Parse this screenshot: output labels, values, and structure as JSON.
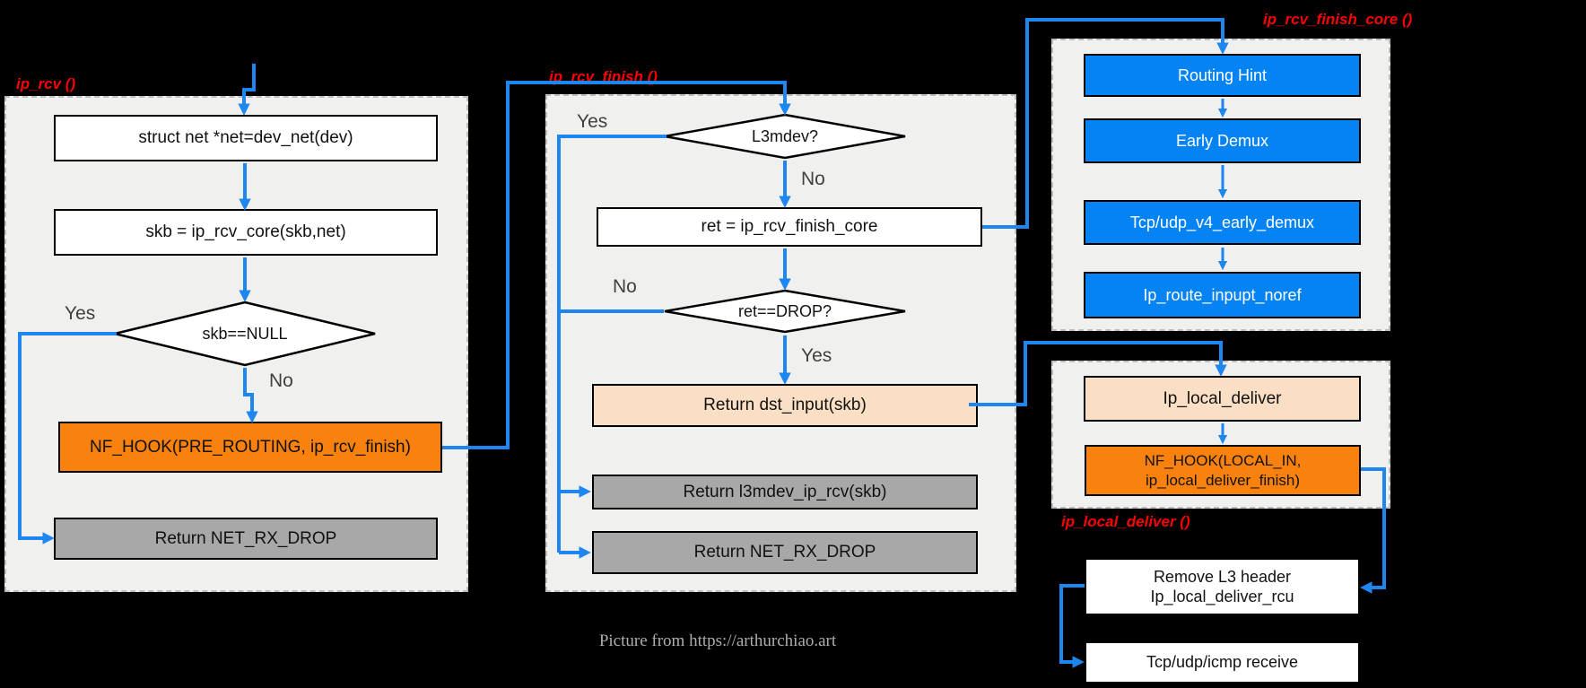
{
  "colors": {
    "bg": "#000000",
    "panel": "#f0f0ef",
    "panel-border": "#bdbdbd",
    "wire": "#1d86ef",
    "node-blue": "#0583f2",
    "node-orange": "#f8820d",
    "node-peach": "#fbdfc4",
    "node-gray": "#a8a8a8",
    "node-white": "#ffffff",
    "label-red": "#fe0000",
    "text": "#111111",
    "footer-text": "#adadad"
  },
  "labels": {
    "ip_rcv": "ip_rcv ()",
    "ip_rcv_finish": "ip_rcv_finish ()",
    "ip_rcv_finish_core": "ip_rcv_finish_core ()",
    "ip_local_deliver": "ip_local_deliver ()"
  },
  "ip_rcv": {
    "net_box": "struct net *net=dev_net(dev)",
    "core_box": "skb = ip_rcv_core(skb,net)",
    "null_check": "skb==NULL",
    "yes": "Yes",
    "no": "No",
    "nf_hook": "NF_HOOK(PRE_ROUTING, ip_rcv_finish)",
    "net_rx_drop": "Return NET_RX_DROP"
  },
  "ip_rcv_finish": {
    "l3mdev_check": "L3mdev?",
    "yes_l3mdev": "Yes",
    "no_l3mdev": "No",
    "ret_core": "ret = ip_rcv_finish_core",
    "drop_check": "ret==DROP?",
    "no_drop": "No",
    "yes_drop": "Yes",
    "dst_input": "Return dst_input(skb)",
    "l3mdev_rcv": "Return l3mdev_ip_rcv(skb)",
    "net_rx_drop": "Return NET_RX_DROP"
  },
  "ip_rcv_finish_core": {
    "routing_hint": "Routing Hint",
    "early_demux": "Early Demux",
    "tcp_udp_demux": "Tcp/udp_v4_early_demux",
    "ip_route_input": "Ip_route_inpupt_noref"
  },
  "ip_local_deliver": {
    "entry": "Ip_local_deliver",
    "nf_hook": "NF_HOOK(LOCAL_IN, ip_local_deliver_finish)"
  },
  "delivery": {
    "remove_l3_line1": "Remove L3 header",
    "remove_l3_line2": "Ip_local_deliver_rcu",
    "tcp_udp_icmp": "Tcp/udp/icmp receive"
  },
  "footer": {
    "credit": "Picture from https://arthurchiao.art"
  }
}
